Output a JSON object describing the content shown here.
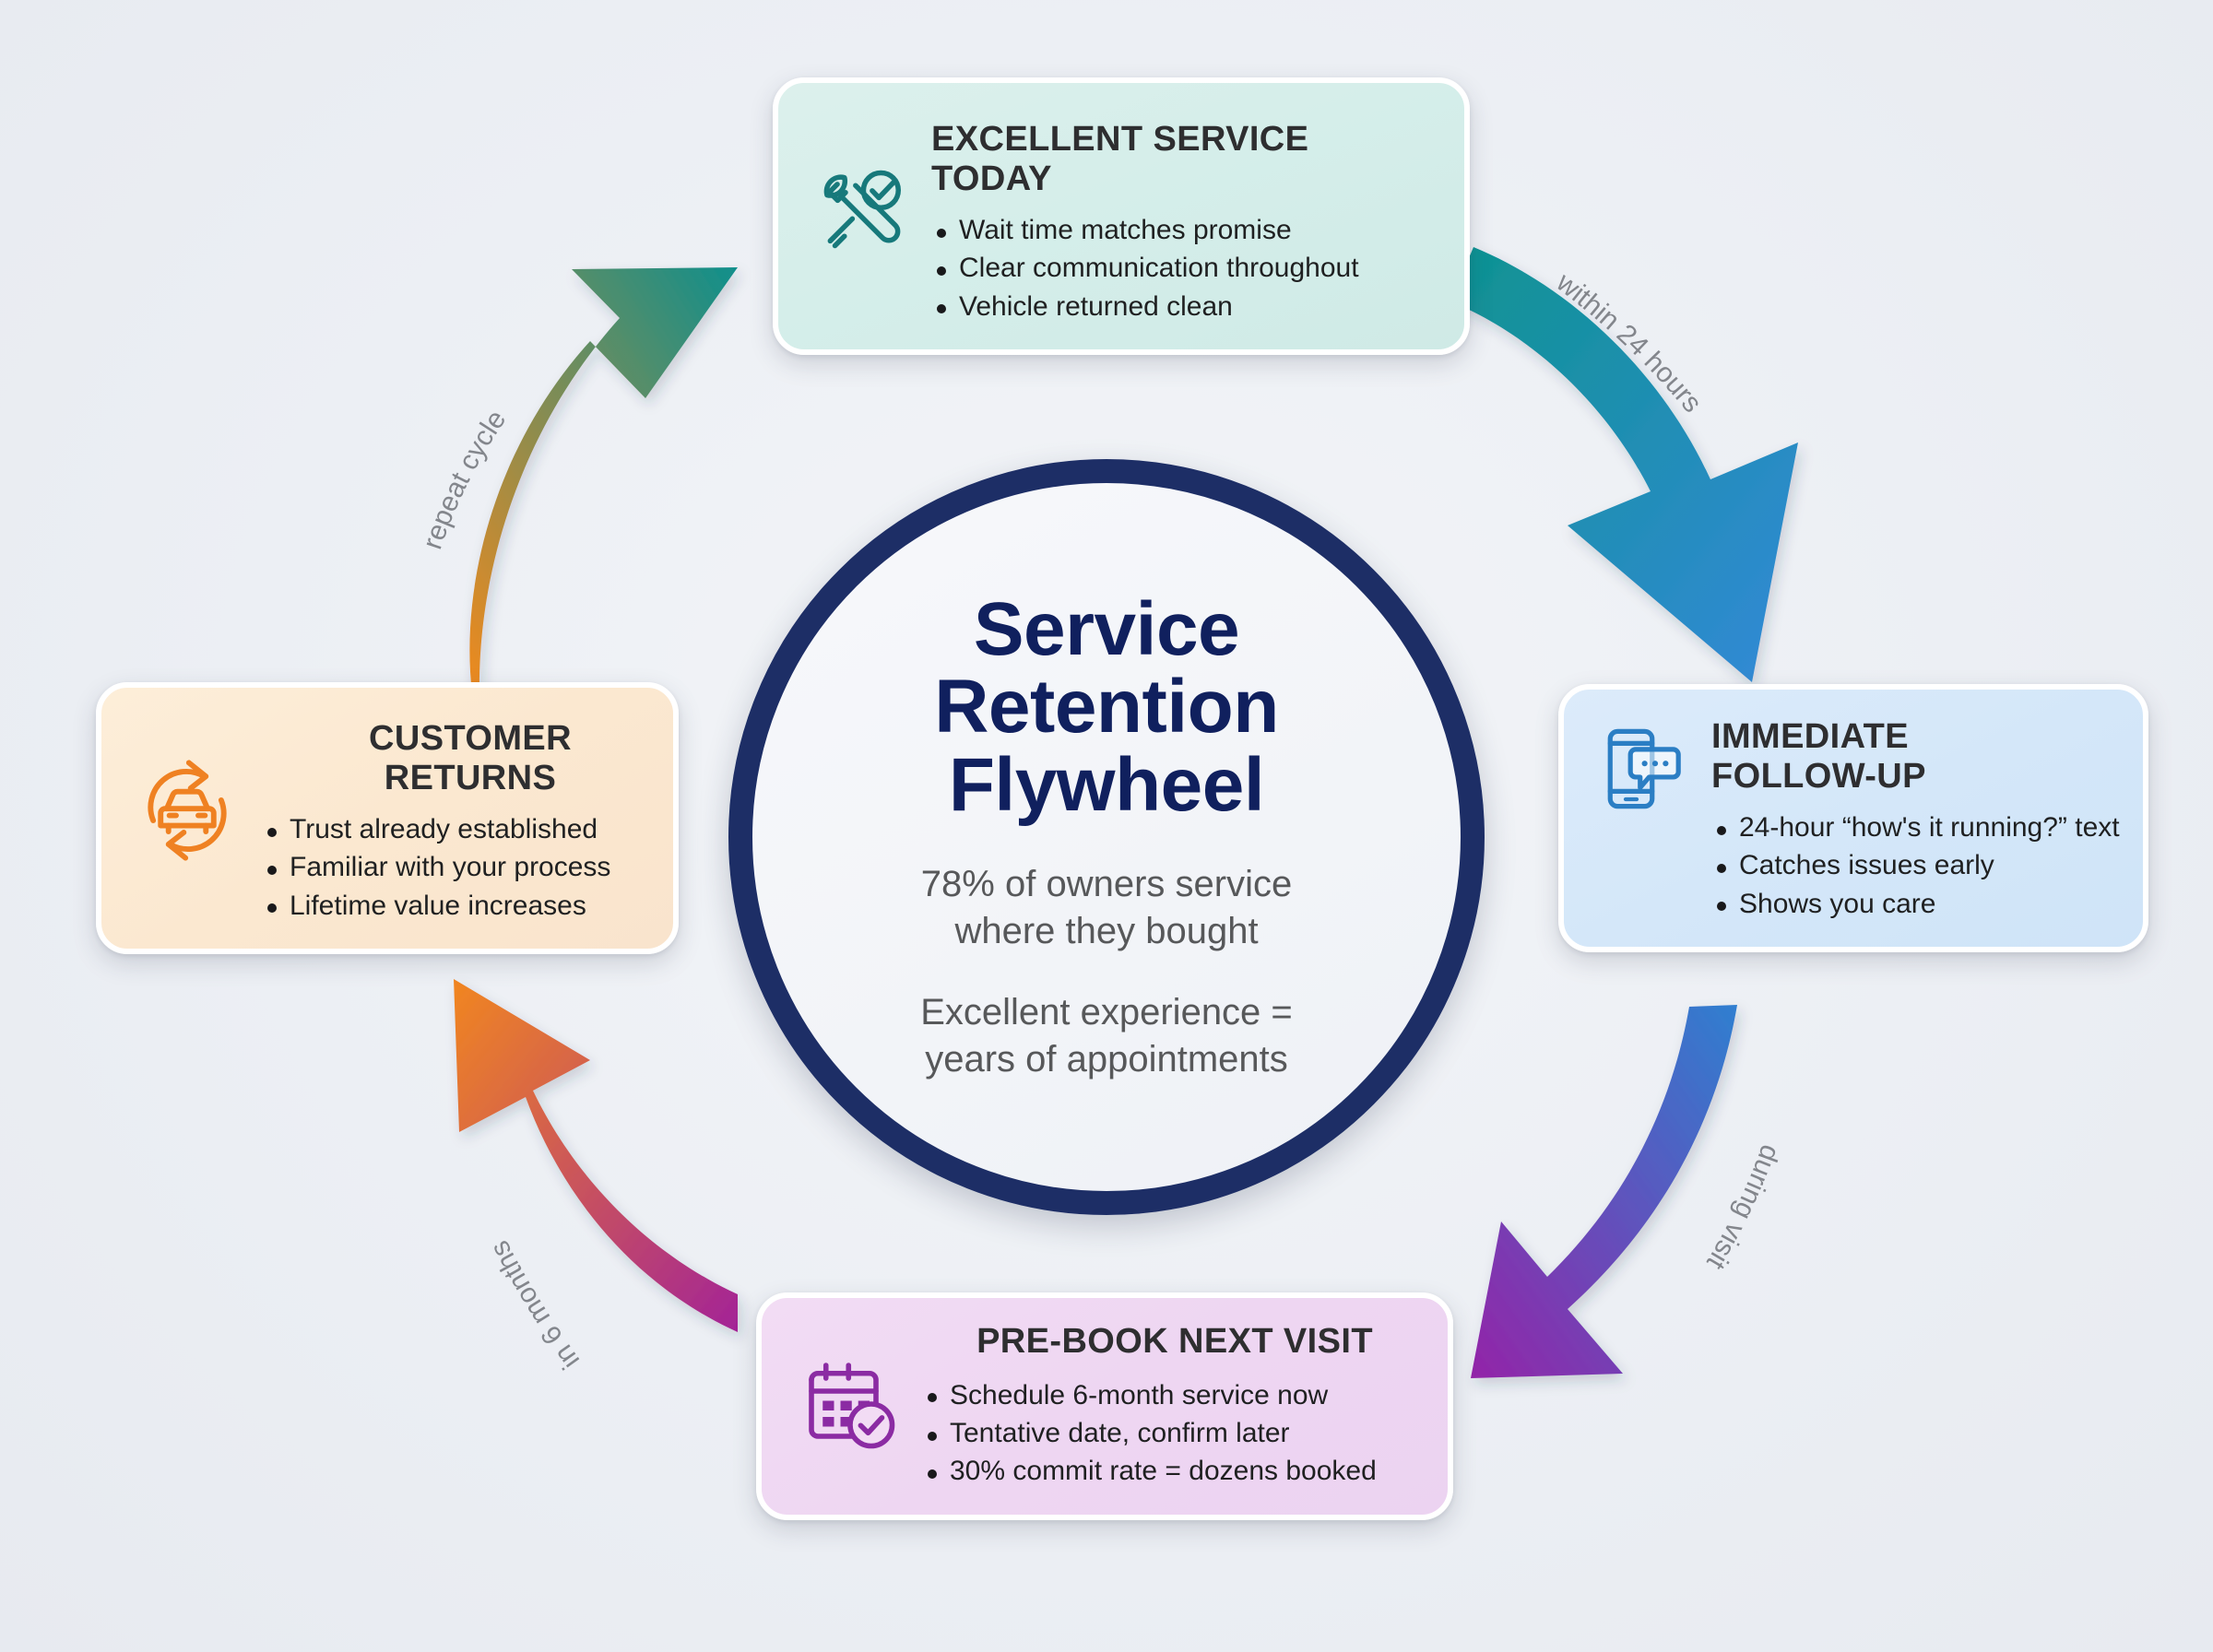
{
  "background_color": "#eef0f4",
  "hub": {
    "title_lines": [
      "Service",
      "Retention",
      "Flywheel"
    ],
    "title": "Service Retention Flywheel",
    "stat": "78% of owners service where they bought",
    "stat_line1": "78% of owners service",
    "stat_line2": "where they bought",
    "note": "Excellent experience = years of appointments",
    "note_line1": "Excellent experience =",
    "note_line2": "years of appointments",
    "ring_color": "#1d2e66",
    "title_color": "#10205e",
    "text_color": "#57585a"
  },
  "stages": {
    "service": {
      "title_line1": "EXCELLENT SERVICE",
      "title_line2": "TODAY",
      "title": "EXCELLENT SERVICE TODAY",
      "icon": "wrench-screwdriver-check-icon",
      "accent": "#17797b",
      "bg": "#d7efeb",
      "bullets": [
        "Wait time matches promise",
        "Clear communication throughout",
        "Vehicle returned clean"
      ]
    },
    "followup": {
      "title_line1": "IMMEDIATE",
      "title_line2": "FOLLOW-UP",
      "title": "IMMEDIATE FOLLOW-UP",
      "icon": "phone-message-icon",
      "accent": "#2b7ec4",
      "bg": "#d6e8fa",
      "bullets": [
        "24-hour “how's it running?” text",
        "Catches issues early",
        "Shows you care"
      ]
    },
    "prebook": {
      "title_line1": "PRE-BOOK NEXT VISIT",
      "title": "PRE-BOOK NEXT VISIT",
      "icon": "calendar-check-icon",
      "accent": "#8b2ba3",
      "bg": "#eed8f3",
      "bullets": [
        "Schedule 6-month service now",
        "Tentative date, confirm later",
        "30% commit rate = dozens booked"
      ]
    },
    "returns": {
      "title_line1": "CUSTOMER",
      "title_line2": "RETURNS",
      "title": "CUSTOMER RETURNS",
      "icon": "car-cycle-icon",
      "accent": "#ef8122",
      "bg": "#fbe9d3",
      "bullets": [
        "Trust already established",
        "Familiar with your process",
        "Lifetime value increases"
      ]
    }
  },
  "connectors": [
    {
      "id": "service-to-followup",
      "label": "within 24 hours",
      "from_color": "#0f9090",
      "to_color": "#3388d6"
    },
    {
      "id": "followup-to-prebook",
      "label": "during visit",
      "from_color": "#2f7fd0",
      "to_color": "#9324a8"
    },
    {
      "id": "prebook-to-returns",
      "label": "in 6 months",
      "from_color": "#a32397",
      "to_color": "#f18620"
    },
    {
      "id": "returns-to-service",
      "label": "repeat cycle",
      "from_color": "#ef8a1e",
      "to_color": "#128a84"
    }
  ],
  "label_color": "#83868c"
}
